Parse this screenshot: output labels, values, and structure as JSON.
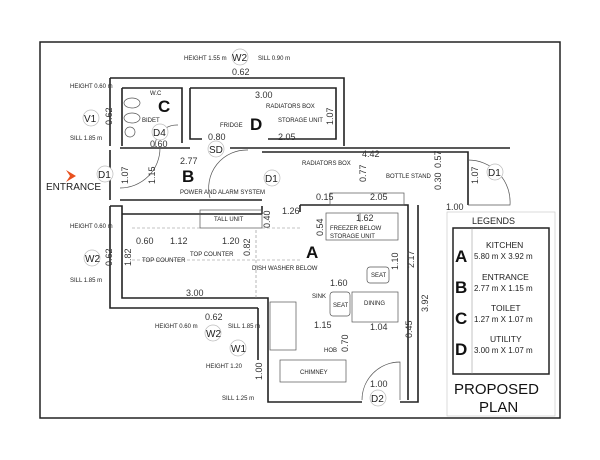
{
  "rooms": {
    "A": "A",
    "B": "B",
    "C": "C",
    "D": "D"
  },
  "entrance_label": "ENTRANCE",
  "tags": {
    "w2_top": "W2",
    "v1": "V1",
    "d4": "D4",
    "sd": "SD",
    "d1_left": "D1",
    "d1_mid": "D1",
    "d1_right": "D1",
    "w2_left": "W2",
    "w2_bottom": "W2",
    "w1": "W1",
    "d2": "D2"
  },
  "notes": {
    "w2_top_height": "HEIGHT 1.55 m",
    "w2_top_sill": "SILL 0.90 m",
    "v1_height": "HEIGHT 0.60 m",
    "v1_sill": "SILL 1.85 m",
    "w2_left_height": "HEIGHT 0.60 m",
    "w2_left_sill": "SILL 1.85 m",
    "w2_bottom_height": "HEIGHT 0.60 m",
    "w2_bottom_sill": "SILL 1.85 m",
    "w1_height": "HEIGHT 1.20",
    "w1_sill": "SILL 1.25 m"
  },
  "fixtures": {
    "wc": "W.C",
    "bidet": "BIDET",
    "radiators_box": "RADIATORS BOX",
    "fridge": "FRIDGE",
    "storage_unit": "STORAGE UNIT",
    "power_alarm": "POWER AND ALARM SYSTEM",
    "radiators_box2": "RADIATORS BOX",
    "bottle_stand": "BOTTLE STAND",
    "tall_unit": "TALL UNIT",
    "freezer": "FREEZER BELOW",
    "storage_unit2": "STORAGE UNIT",
    "top_counter1": "TOP COUNTER",
    "top_counter2": "TOP COUNTER",
    "dish_washer": "DISH WASHER BELOW",
    "sink": "SINK",
    "seat1": "SEAT",
    "seat2": "SEAT",
    "dining": "DINING",
    "hob": "HOB",
    "chimney": "CHIMNEY"
  },
  "dimensions": {
    "w2_top": "0.62",
    "d3_00": "3.00",
    "storage_107": "1.07",
    "v1_062": "0.62",
    "d4_060": "0.60",
    "sd_080": "0.80",
    "d205": "2.05",
    "b_277": "2.77",
    "b_107": "1.07",
    "b_115": "1.15",
    "c_442": "4.42",
    "c_077": "0.77",
    "c_057": "0.57",
    "c_030": "0.30",
    "c_107": "1.07",
    "c_015": "0.15",
    "c_205": "2.05",
    "c_100": "1.00",
    "k_126": "1.26",
    "k_040": "0.40",
    "k_054": "0.54",
    "k_162": "1.62",
    "k_060": "0.60",
    "k_112": "1.12",
    "k_120": "1.20",
    "k_182": "1.82",
    "k_082": "0.82",
    "w2l_062": "0.62",
    "k_300": "3.00",
    "k_160": "1.60",
    "k_110": "1.10",
    "k_217": "2.17",
    "k_392": "3.92",
    "k_115": "1.15",
    "k_104": "1.04",
    "k_045": "0.45",
    "k_070": "0.70",
    "w2b_062": "0.62",
    "w1_100": "1.00",
    "d2_100": "1.00"
  },
  "legend": {
    "title": "LEGENDS",
    "items": [
      {
        "letter": "A",
        "name": "KITCHEN",
        "size": "5.80 m X 3.92 m"
      },
      {
        "letter": "B",
        "name": "ENTRANCE",
        "size": "2.77 m X 1.15 m"
      },
      {
        "letter": "C",
        "name": "TOILET",
        "size": "1.27 m X 1.07 m"
      },
      {
        "letter": "D",
        "name": "UTILITY",
        "size": "3.00 m X 1.07 m"
      }
    ],
    "plan_title_1": "PROPOSED",
    "plan_title_2": "PLAN"
  },
  "colors": {
    "entrance_arrow": "#e8501e"
  }
}
